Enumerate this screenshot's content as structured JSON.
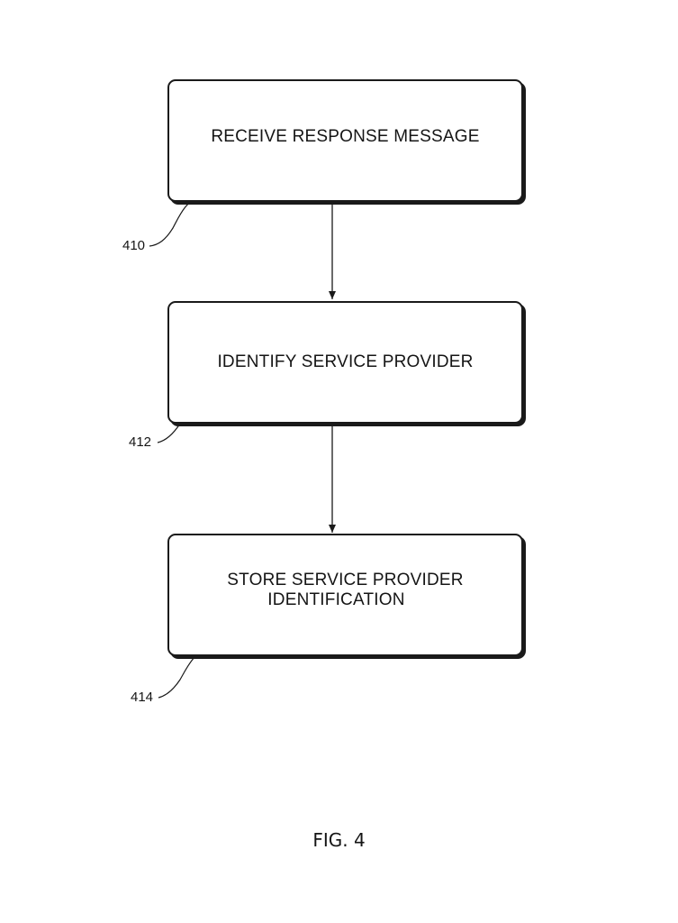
{
  "diagram": {
    "steps": [
      {
        "ref": "410",
        "label": "RECEIVE RESPONSE MESSAGE",
        "line2": ""
      },
      {
        "ref": "412",
        "label": "IDENTIFY SERVICE PROVIDER",
        "line2": ""
      },
      {
        "ref": "414",
        "label": "STORE SERVICE PROVIDER",
        "line2": "IDENTIFICATION"
      }
    ],
    "connections": [
      {
        "from": "410",
        "to": "412"
      },
      {
        "from": "412",
        "to": "414"
      }
    ]
  },
  "caption": "FIG. 4"
}
